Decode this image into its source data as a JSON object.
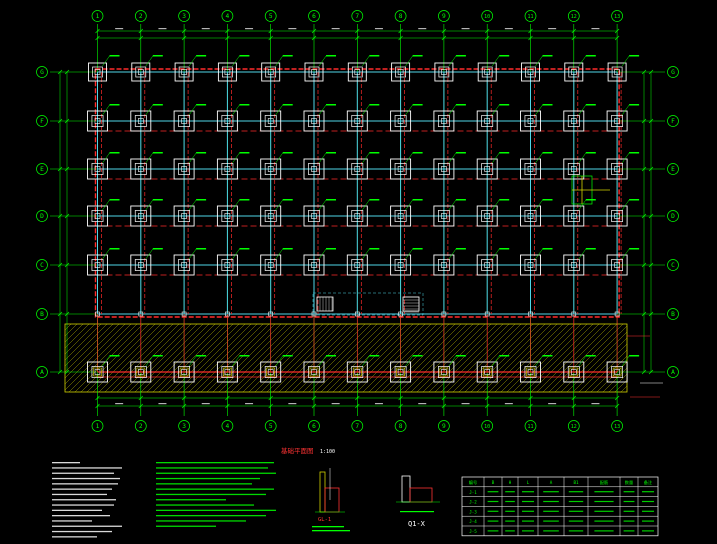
{
  "drawing": {
    "columns": [
      "1",
      "2",
      "3",
      "4",
      "5",
      "6",
      "7",
      "8",
      "9",
      "10",
      "11",
      "12",
      "13"
    ],
    "rows": [
      "G",
      "F",
      "E",
      "D",
      "C",
      "B",
      "A"
    ],
    "title": "基础平面图",
    "scale": "1:100",
    "sections": [
      {
        "label": "GL-1"
      },
      {
        "label": "Q1-X"
      }
    ],
    "schedule": {
      "headers": [
        "编号",
        "B",
        "H",
        "L",
        "A",
        "B1",
        "配筋",
        "数量",
        "备注"
      ],
      "rows": [
        [
          "J-1",
          "",
          "",
          "",
          "",
          "",
          "",
          "",
          ""
        ],
        [
          "J-2",
          "",
          "",
          "",
          "",
          "",
          "",
          "",
          ""
        ],
        [
          "J-3",
          "",
          "",
          "",
          "",
          "",
          "",
          "",
          ""
        ],
        [
          "J-4",
          "",
          "",
          "",
          "",
          "",
          "",
          "",
          ""
        ],
        [
          "J-5",
          "",
          "",
          "",
          "",
          "",
          "",
          "",
          ""
        ]
      ]
    }
  },
  "colors": {
    "background": "#000000",
    "grid": "#00ff00",
    "footing": "#ffffff",
    "beam_red": "#ff2a2a",
    "beam_cyan": "#4fd6e8",
    "tag": "#00ff00",
    "hatch": "#d4d400"
  }
}
